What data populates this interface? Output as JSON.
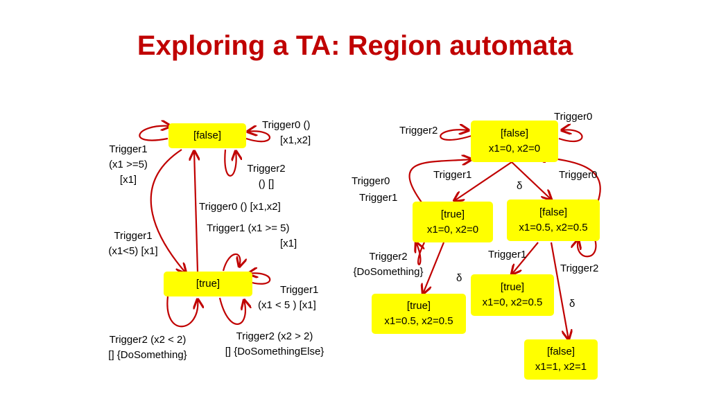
{
  "slide": {
    "title": "Exploring a TA: Region automata"
  },
  "left_automaton": {
    "states": [
      {
        "id": "L-false",
        "label": "[false]"
      },
      {
        "id": "L-true",
        "label": "[true]"
      }
    ],
    "labels": {
      "trig1_x1ge5_a": "Trigger1",
      "trig1_x1ge5_b": "(x1 >=5)",
      "trig1_x1ge5_c": "[x1]",
      "trig0_top_a": "Trigger0 ()",
      "trig0_top_b": "[x1,x2]",
      "trig2_top_a": "Trigger2",
      "trig2_top_b": "() []",
      "trig0_mid": "Trigger0 () [x1,x2]",
      "trig1_mid_a": "Trigger1 (x1 >= 5)",
      "trig1_mid_b": "[x1]",
      "trig1_lt5_a": "Trigger1",
      "trig1_lt5_b": "(x1<5) [x1]",
      "trig1_right_a": "Trigger1",
      "trig1_right_b": "(x1 < 5 ) [x1]",
      "trig2_lt2_a": "Trigger2 (x2 < 2)",
      "trig2_lt2_b": "[] {DoSomething}",
      "trig2_gt2_a": "Trigger2 (x2 >  2)",
      "trig2_gt2_b": "[] {DoSomethingElse}"
    }
  },
  "right_automaton": {
    "states": [
      {
        "id": "R-root",
        "line1": "[false]",
        "line2": "x1=0, x2=0"
      },
      {
        "id": "R-true00",
        "line1": "[true]",
        "line2": "x1=0, x2=0"
      },
      {
        "id": "R-false0505",
        "line1": "[false]",
        "line2": "x1=0.5, x2=0.5"
      },
      {
        "id": "R-true0505",
        "line1": "[true]",
        "line2": "x1=0.5, x2=0.5"
      },
      {
        "id": "R-true005",
        "line1": "[true]",
        "line2": "x1=0, x2=0.5"
      },
      {
        "id": "R-false11",
        "line1": "[false]",
        "line2": "x1=1, x2=1"
      }
    ],
    "labels": {
      "trigger2_top": "Trigger2",
      "trigger0_top": "Trigger0",
      "trigger0_left": "Trigger0",
      "trigger1_left": "Trigger1",
      "trigger1_mid": "Trigger1",
      "delta_mid": "δ",
      "trigger0_right": "Trigger0",
      "trigger2_lower_a": "Trigger2",
      "trigger2_lower_b": "{DoSomething}",
      "delta_left": "δ",
      "trigger1_lower": "Trigger1",
      "trigger2_right": "Trigger2",
      "delta_right": "δ"
    }
  },
  "colors": {
    "title": "#c00000",
    "state_fill": "#ffff00",
    "arrow": "#c00000"
  }
}
